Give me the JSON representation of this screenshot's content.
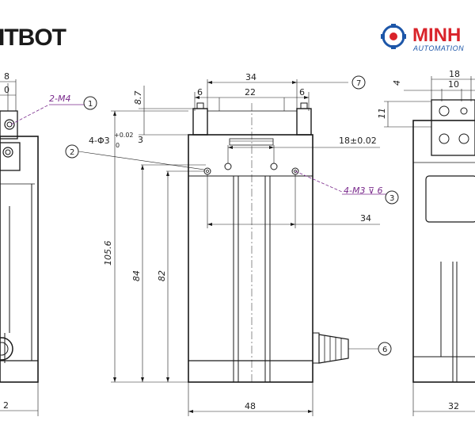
{
  "logos": {
    "left_brand": "ITBOT",
    "right_brand_top": "MINH",
    "right_brand_bottom": "AUTOMATION",
    "right_brand_color": "#d9232a",
    "right_brand_sub_color": "#1d56a8"
  },
  "dimensions": {
    "left_top_8": "8",
    "left_top_0": "0",
    "left_bottom_2": "2",
    "front_width_34": "34",
    "front_width_22": "22",
    "front_left_6": "6",
    "front_right_6": "6",
    "height_8_7": "8.7",
    "hole_spec": "4-Φ3",
    "tol_plus": "+0.02",
    "tol_zero": "0",
    "depth_3": "3",
    "spacing_18": "18±0.02",
    "width_34_lower": "34",
    "height_105_6": "105.6",
    "height_84": "84",
    "height_82": "82",
    "bottom_48": "48",
    "right_18": "18",
    "right_10": "10",
    "right_4": "4",
    "right_11": "11",
    "right_bottom_32": "32"
  },
  "callouts": {
    "c1_text": "2-M4",
    "c3_text": "4-M3 ⊽ 6",
    "n1": "1",
    "n2": "2",
    "n3": "3",
    "n6": "6",
    "n7": "7",
    "callout_color": "#7a2a8c"
  }
}
